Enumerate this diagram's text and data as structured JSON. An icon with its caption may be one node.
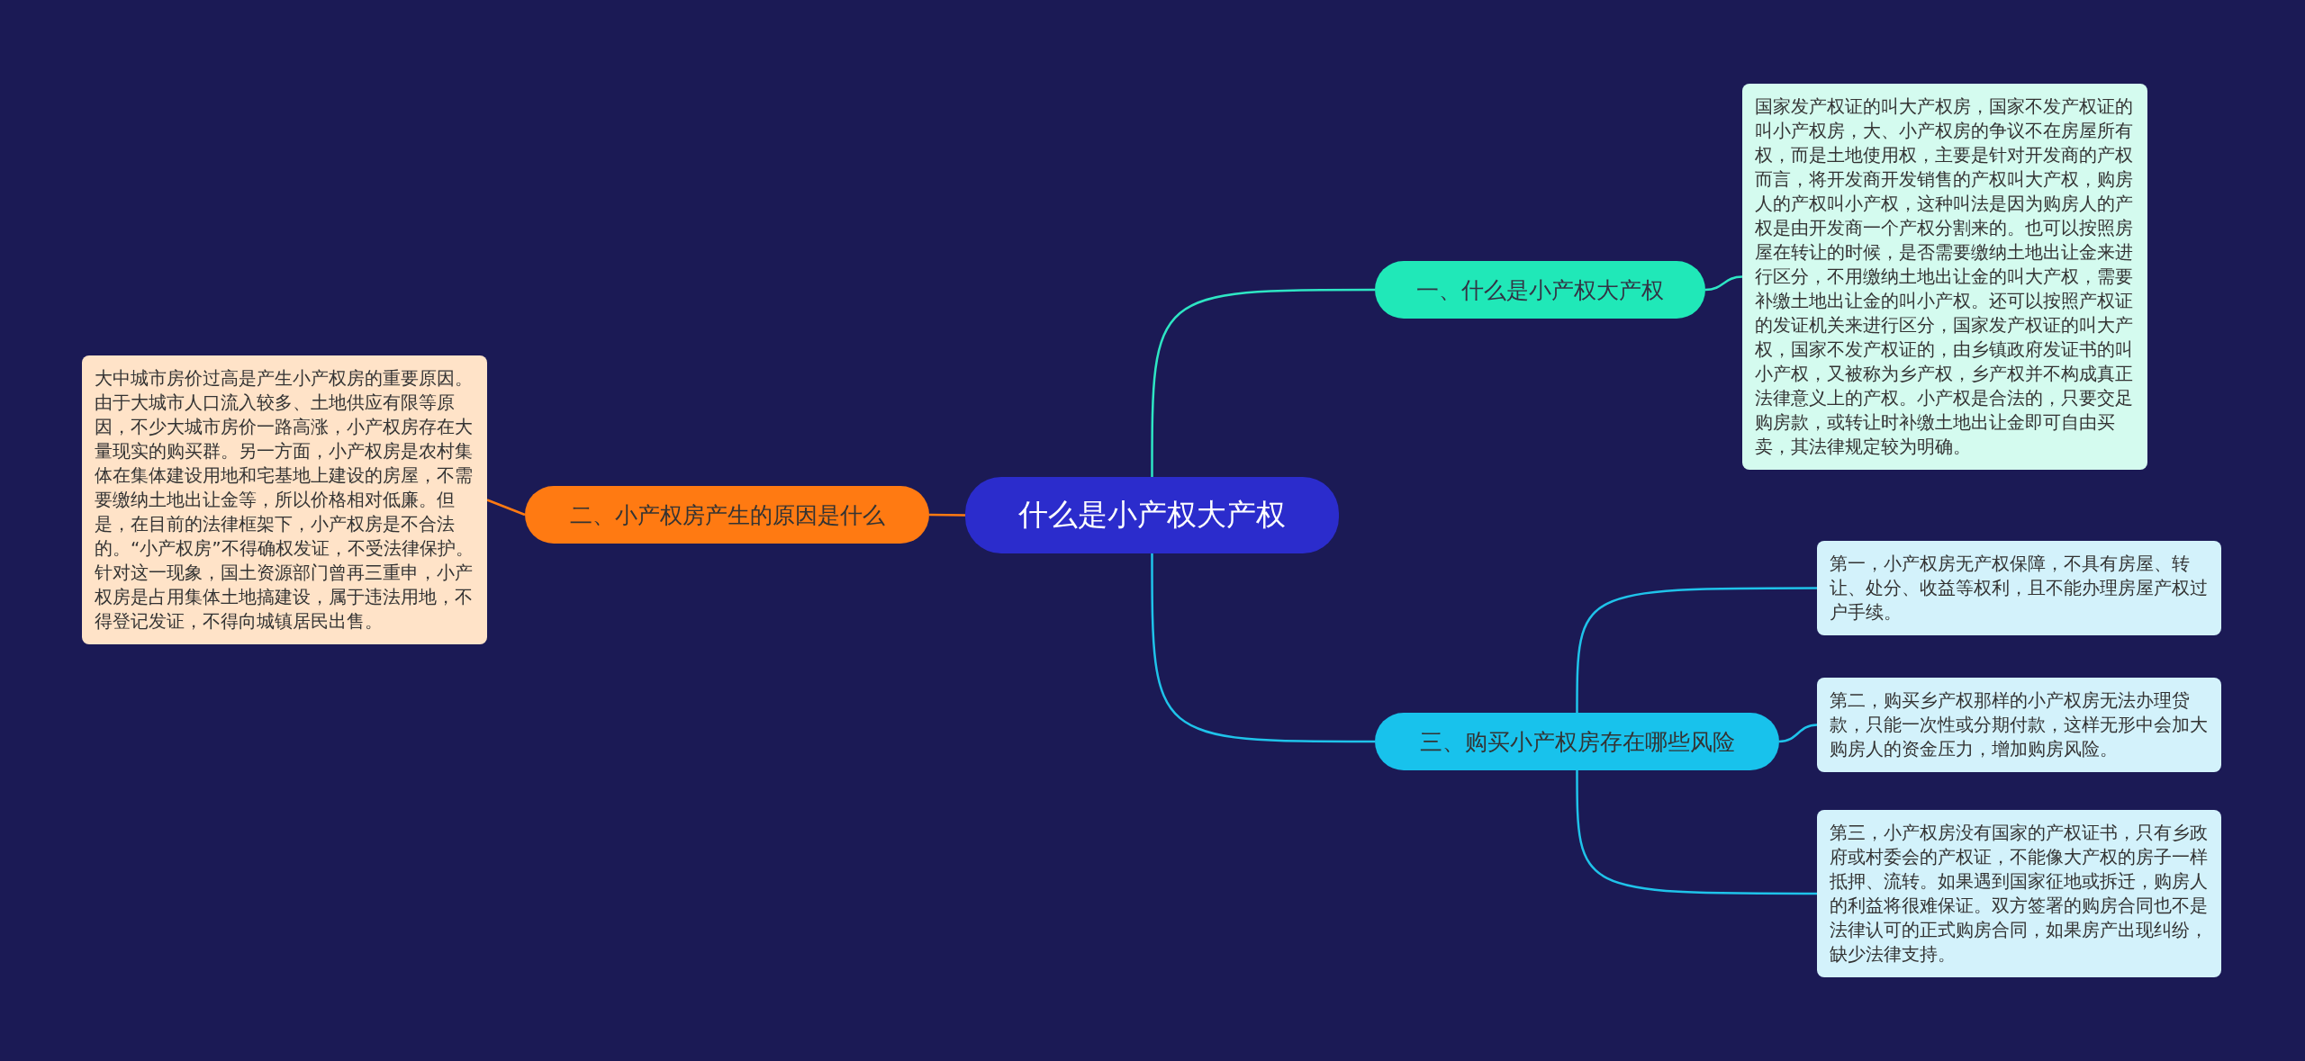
{
  "diagram": {
    "nodes": [
      {
        "text": [
          "什么是小产权大产权"
        ]
      },
      {
        "text": [
          "一、什么是小产权大产权"
        ]
      },
      {
        "text": [
          "国家发产权证的叫大产权房，国家不发产权证的叫小产权房，大、小产权房的争议不在房屋所有权，而是土地使用权，主要是针对开发商的产权而言，将开发商开发销售的产权叫大产权，购房人的产权叫小产权，这种叫法是因为购房人的产权是由开发商一个产权分割来的。也可以按照房屋在转让的时候，是否需要缴纳土地出让金来进行区分，不用缴纳土地出让金的叫大产权，需要补缴土地出让金的叫小产权。还可以按照产权证的发证机关来进行区分，国家发产权证的叫大产权，国家不发产权证的，由乡镇政府发证书的叫小产权，又被称为乡产权，乡产权并不构成真正法律意义上的产权。小产权是合法的，只要交足购房款，或转让时补缴土地出让金即可自由买卖，其法律规定较为明确。"
        ]
      },
      {
        "text": [
          "二、小产权房产生的原因是什么"
        ]
      },
      {
        "text": [
          "大中城市房价过高是产生小产权房的重要原因。由于大城市人口流入较多、土地供应有限等原因，不少大城市房价一路高涨，小产权房存在大量现实的购买群。另一方面，小产权房是农村集体在集体建设用地和宅基地上建设的房屋，不需要缴纳土地出让金等，所以价格相对低廉。但是，在目前的法律框架下，小产权房是不合法的。“小产权房”不得确权发证，不受法律保护。针对这一现象，国土资源部门曾再三重申，小产权房是占用集体土地搞建设，属于违法用地，不得登记发证，不得向城镇居民出售。"
        ]
      },
      {
        "text": [
          "三、购买小产权房存在哪些风险"
        ]
      },
      {
        "text": [
          "第一，小产权房无产权保障，不具有房屋、转让、处分、收益等权利，且不能办理房屋产权过户手续。"
        ]
      },
      {
        "text": [
          "第二，购买乡产权那样的小产权房无法办理贷款，只能一次性或分期付款，这样无形中会加大购房人的资金压力，增加购房风险。"
        ]
      },
      {
        "text": [
          "第三，小产权房没有国家的产权证书，只有乡政府或村委会的产权证，不能像大产权的房子一样抵押、流转。如果遇到国家征地或拆迁，购房人的利益将很难保证。双方签署的购房合同也不是法律认可的正式购房合同，如果房产出现纠纷，缺少法律支持。"
        ]
      }
    ],
    "edges": [
      {
        "from": 0,
        "to": 1,
        "arrow": "none",
        "color": "#2ee6c4"
      },
      {
        "from": 1,
        "to": 2,
        "arrow": "none",
        "color": "#2ee6c4"
      },
      {
        "from": 0,
        "to": 3,
        "arrow": "none",
        "color": "#ff7a12"
      },
      {
        "from": 3,
        "to": 4,
        "arrow": "none",
        "color": "#ff7a12"
      },
      {
        "from": 0,
        "to": 5,
        "arrow": "none",
        "color": "#1fc3ea"
      },
      {
        "from": 5,
        "to": 6,
        "arrow": "none",
        "color": "#1fc3ea"
      },
      {
        "from": 5,
        "to": 7,
        "arrow": "none",
        "color": "#1fc3ea"
      },
      {
        "from": 5,
        "to": 8,
        "arrow": "none",
        "color": "#1fc3ea"
      }
    ]
  }
}
